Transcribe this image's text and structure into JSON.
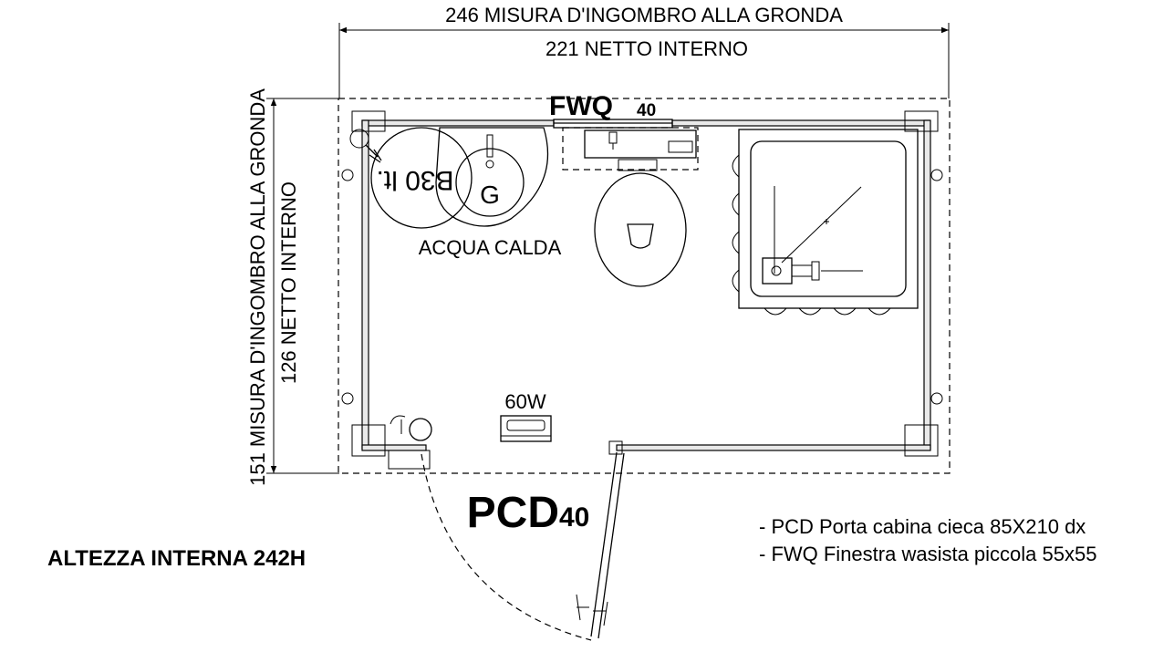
{
  "dimensions": {
    "width_overall": "246 MISURA D'INGOMBRO ALLA GRONDA",
    "width_net": "221 NETTO INTERNO",
    "depth_overall": "151 MISURA D'INGOMBRO ALLA GRONDA",
    "depth_net": "126 NETTO INTERNO"
  },
  "labels": {
    "window_code": "FWQ",
    "window_size": "40",
    "door_code": "PCD",
    "door_size": "40",
    "boiler": "B30 lt.",
    "sink_mark": "G",
    "hot_water": "ACQUA CALDA",
    "lamp": "60W",
    "height": "ALTEZZA INTERNA 242H"
  },
  "legend": [
    "- PCD Porta cabina cieca 85X210 dx",
    "- FWQ Finestra wasista piccola 55x55"
  ]
}
